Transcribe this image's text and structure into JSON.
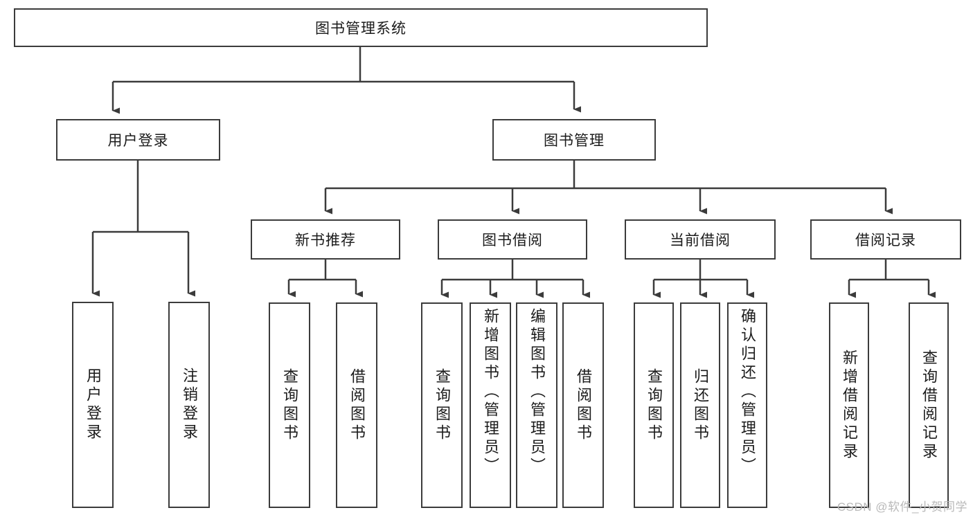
{
  "diagram": {
    "title": "图书管理系统",
    "type": "tree-hierarchy",
    "root": {
      "label": "图书管理系统"
    },
    "level2": [
      {
        "id": "user-login",
        "label": "用户登录"
      },
      {
        "id": "book-manage",
        "label": "图书管理"
      }
    ],
    "level3": [
      {
        "id": "new-book-recommend",
        "label": "新书推荐",
        "parent": "book-manage"
      },
      {
        "id": "book-borrow",
        "label": "图书借阅",
        "parent": "book-manage"
      },
      {
        "id": "current-borrow",
        "label": "当前借阅",
        "parent": "book-manage"
      },
      {
        "id": "borrow-record",
        "label": "借阅记录",
        "parent": "book-manage"
      }
    ],
    "leaves": [
      {
        "id": "leaf-user-login",
        "label": "用户登录",
        "parent": "user-login"
      },
      {
        "id": "leaf-logout",
        "label": "注销登录",
        "parent": "user-login"
      },
      {
        "id": "leaf-query-book-1",
        "label": "查询图书",
        "parent": "new-book-recommend"
      },
      {
        "id": "leaf-borrow-book-1",
        "label": "借阅图书",
        "parent": "new-book-recommend"
      },
      {
        "id": "leaf-query-book-2",
        "label": "查询图书",
        "parent": "book-borrow"
      },
      {
        "id": "leaf-add-book",
        "label": "新增图书（管理员）",
        "parent": "book-borrow"
      },
      {
        "id": "leaf-edit-book",
        "label": "编辑图书（管理员）",
        "parent": "book-borrow"
      },
      {
        "id": "leaf-borrow-book-2",
        "label": "借阅图书",
        "parent": "book-borrow"
      },
      {
        "id": "leaf-query-book-3",
        "label": "查询图书",
        "parent": "current-borrow"
      },
      {
        "id": "leaf-return-book",
        "label": "归还图书",
        "parent": "current-borrow"
      },
      {
        "id": "leaf-confirm-return",
        "label": "确认归还（管理员）",
        "parent": "current-borrow"
      },
      {
        "id": "leaf-add-record",
        "label": "新增借阅记录",
        "parent": "borrow-record"
      },
      {
        "id": "leaf-query-record",
        "label": "查询借阅记录",
        "parent": "borrow-record"
      }
    ]
  },
  "watermark": {
    "text": "CSDN @软件_小贺同学"
  },
  "colors": {
    "stroke": "#3b3b3b",
    "background": "#ffffff",
    "text": "#1b1b1b",
    "watermark": "#b9b9b9"
  }
}
